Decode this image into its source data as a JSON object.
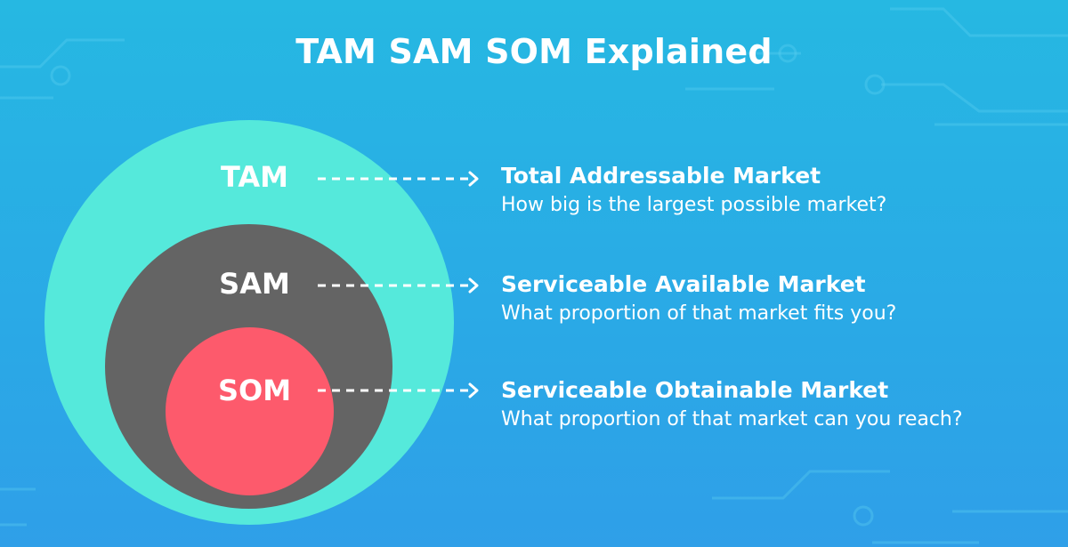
{
  "title": "TAM SAM SOM Explained",
  "colors": {
    "background": "#2aa9e6",
    "tam": "#55e9db",
    "sam": "#646464",
    "som": "#fd5a6c",
    "text": "#ffffff"
  },
  "levels": [
    {
      "key": "tam",
      "abbr": "TAM",
      "name": "Total Addressable Market",
      "description": "How big is the largest possible market?"
    },
    {
      "key": "sam",
      "abbr": "SAM",
      "name": "Serviceable Available Market",
      "description": "What proportion of that market fits you?"
    },
    {
      "key": "som",
      "abbr": "SOM",
      "name": "Serviceable Obtainable Market",
      "description": "What proportion of that market can you reach?"
    }
  ]
}
